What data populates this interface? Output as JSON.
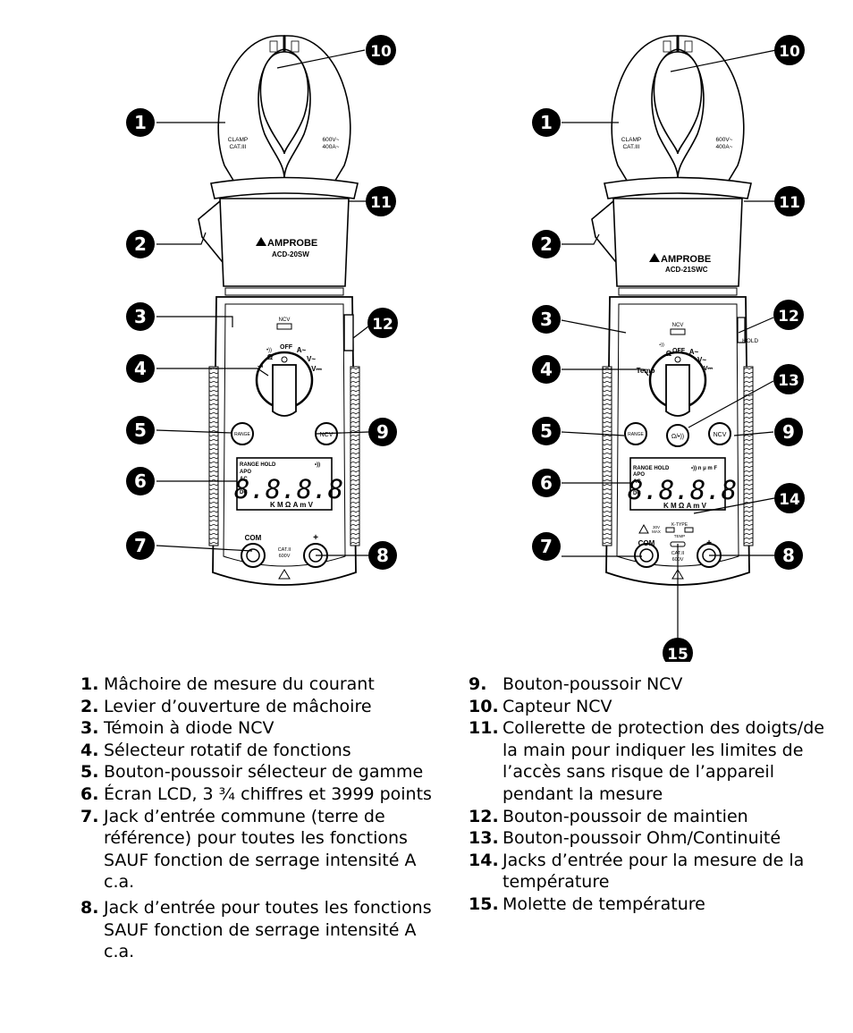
{
  "device_left": {
    "brand": "AMPROBE",
    "model": "ACD-20SW",
    "jaw_left_text": [
      "CLAMP",
      "CAT.III"
    ],
    "jaw_right_text": [
      "600V~",
      "400A~"
    ],
    "ncv_led": "NCV",
    "dial": {
      "off": "OFF",
      "ohm": "Ω",
      "a_ac": "A~",
      "v_ac": "V~",
      "v_dc": "V⎓",
      "diode": "⇥",
      "beep": "•))"
    },
    "buttons": {
      "range": "RANGE",
      "ncv": "NCV"
    },
    "lcd": {
      "top": "RANGE HOLD",
      "apo": "APO",
      "ac": "AC",
      "dc": "DC",
      "digits": "8.8.8.8",
      "bottom": "K M Ω A m V",
      "beep": "•))"
    },
    "jacks": {
      "com": "COM",
      "plus": "+",
      "cat": [
        "CAT.II",
        "600V"
      ]
    }
  },
  "device_right": {
    "brand": "AMPROBE",
    "model": "ACD-21SWC",
    "jaw_left_text": [
      "CLAMP",
      "CAT.III"
    ],
    "jaw_right_text": [
      "600V~",
      "400A~"
    ],
    "ncv_led": "NCV",
    "hold_label": "HOLD",
    "dial": {
      "off": "OFF",
      "ohm": "Ω",
      "temp": "Temp",
      "a_ac": "A~",
      "v_ac": "V~",
      "v_dc": "V⎓",
      "beep": "•))"
    },
    "buttons": {
      "range": "RANGE",
      "ohm": "Ω/•))",
      "ncv": "NCV"
    },
    "lcd": {
      "top": "RANGE HOLD",
      "top_right": "•)) n μ m F",
      "apo": "APO",
      "ac": "AC",
      "dc": "DC",
      "digits": "8.8.8.8",
      "bottom": "K M Ω A m V"
    },
    "temp_jacks": {
      "max": [
        "30V",
        "MAX"
      ],
      "type": "K-TYPE",
      "label": "TEMP"
    },
    "jacks": {
      "com": "COM",
      "plus": "+",
      "cat": [
        "CAT.II",
        "600V"
      ]
    }
  },
  "callouts_left": [
    "1",
    "2",
    "3",
    "4",
    "5",
    "6",
    "7",
    "8",
    "9",
    "10",
    "11",
    "12"
  ],
  "callouts_right": [
    "1",
    "2",
    "3",
    "4",
    "5",
    "6",
    "7",
    "8",
    "9",
    "10",
    "11",
    "12",
    "13",
    "14",
    "15"
  ],
  "legend_left": [
    {
      "num": "1.",
      "text": "Mâchoire de mesure du courant"
    },
    {
      "num": "2.",
      "text": "Levier d’ouverture de mâchoire"
    },
    {
      "num": "3.",
      "text": "Témoin à diode NCV"
    },
    {
      "num": "4.",
      "text": "Sélecteur rotatif de fonctions"
    },
    {
      "num": "5.",
      "text": "Bouton-poussoir sélecteur de gamme"
    },
    {
      "num": "6.",
      "text": "Écran LCD, 3 ¾ chiffres et 3999 points"
    },
    {
      "num": "7.",
      "text": "Jack d’entrée commune (terre de référence) pour toutes les fonctions SAUF fonction de serrage intensité A c.a."
    },
    {
      "num": "8.",
      "text": "Jack d’entrée pour toutes les fonctions SAUF fonction de serrage intensité A c.a."
    }
  ],
  "legend_right": [
    {
      "num": "9.",
      "text": "Bouton-poussoir NCV"
    },
    {
      "num": "10.",
      "text": "Capteur NCV"
    },
    {
      "num": "11.",
      "text": "Collerette de protection des doigts/de la main pour indiquer les limites de l’accès sans risque de l’appareil pendant la mesure"
    },
    {
      "num": "12.",
      "text": "Bouton-poussoir de maintien"
    },
    {
      "num": "13.",
      "text": "Bouton-poussoir Ohm/Continuité"
    },
    {
      "num": "14.",
      "text": "Jacks d’entrée pour la mesure de la température"
    },
    {
      "num": "15.",
      "text": "Molette de température"
    }
  ]
}
